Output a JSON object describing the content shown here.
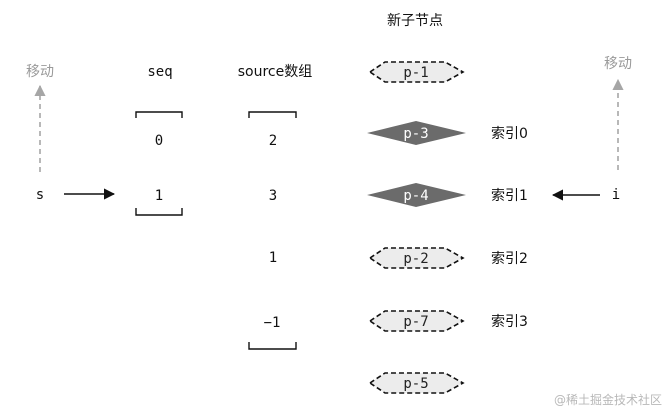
{
  "title": "新子节点",
  "left": {
    "move_label": "移动",
    "pointer": "s"
  },
  "right": {
    "move_label": "移动",
    "pointer": "i"
  },
  "seq": {
    "header": "seq",
    "values": [
      "0",
      "1"
    ]
  },
  "source": {
    "header": "source数组",
    "values": [
      "2",
      "3",
      "1",
      "−1"
    ]
  },
  "nodes": [
    {
      "label": "p-1",
      "style": "dashed",
      "index_label": ""
    },
    {
      "label": "p-3",
      "style": "filled",
      "index_label": "索引0"
    },
    {
      "label": "p-4",
      "style": "filled",
      "index_label": "索引1"
    },
    {
      "label": "p-2",
      "style": "dashed",
      "index_label": "索引2"
    },
    {
      "label": "p-7",
      "style": "dashed",
      "index_label": "索引3"
    },
    {
      "label": "p-5",
      "style": "dashed",
      "index_label": ""
    }
  ],
  "watermark": "@稀土掘金技术社区",
  "colors": {
    "filled_node": "#6b6b6b",
    "dashed_node_fill": "#ececec",
    "arrow_gray": "#a6a6a6",
    "text": "#111111"
  }
}
